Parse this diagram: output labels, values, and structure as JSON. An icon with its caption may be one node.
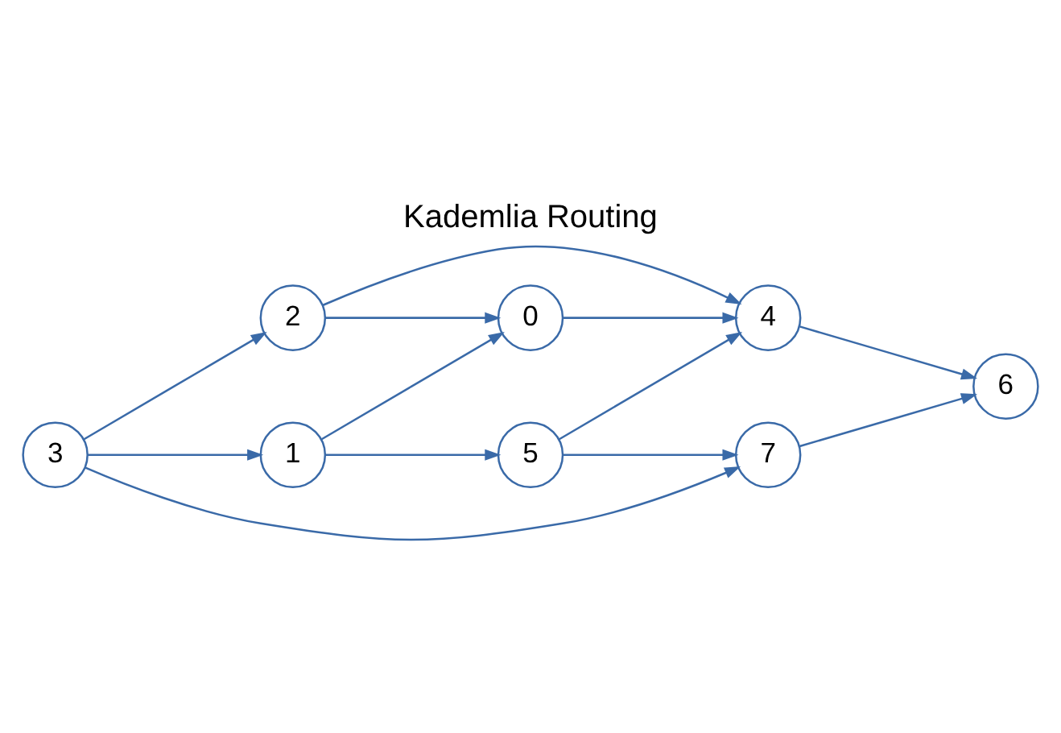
{
  "diagram": {
    "title": "Kademlia Routing",
    "nodes": [
      {
        "text": [
          "0"
        ]
      },
      {
        "text": [
          "2"
        ]
      },
      {
        "text": [
          "4"
        ]
      },
      {
        "text": [
          "3"
        ]
      },
      {
        "text": [
          "1"
        ]
      },
      {
        "text": [
          "5"
        ]
      },
      {
        "text": [
          "7"
        ]
      },
      {
        "text": [
          "6"
        ]
      }
    ],
    "edges": [
      {
        "from": 3,
        "to": 1,
        "arrow": "to"
      },
      {
        "from": 3,
        "to": 4,
        "arrow": "to"
      },
      {
        "from": 3,
        "to": 6,
        "arrow": "to"
      },
      {
        "from": 1,
        "to": 0,
        "arrow": "to"
      },
      {
        "from": 1,
        "to": 2,
        "arrow": "to"
      },
      {
        "from": 4,
        "to": 0,
        "arrow": "to"
      },
      {
        "from": 4,
        "to": 5,
        "arrow": "to"
      },
      {
        "from": 0,
        "to": 2,
        "arrow": "to"
      },
      {
        "from": 5,
        "to": 2,
        "arrow": "to"
      },
      {
        "from": 5,
        "to": 6,
        "arrow": "to"
      },
      {
        "from": 2,
        "to": 7,
        "arrow": "to"
      },
      {
        "from": 6,
        "to": 7,
        "arrow": "to"
      }
    ]
  }
}
